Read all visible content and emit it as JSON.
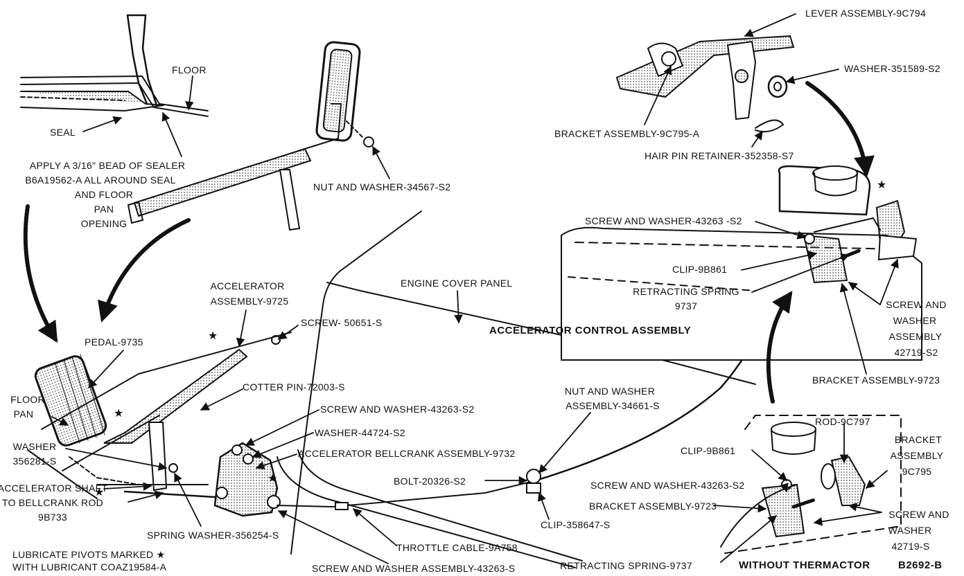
{
  "title": "ACCELERATOR CONTROL ASSEMBLY",
  "figure_number": "B2692-B",
  "variant_note": "WITHOUT THERMACTOR",
  "labels": {
    "floor": "FLOOR",
    "seal": "SEAL",
    "sealer_note": [
      "APPLY A 3/16\" BEAD OF SEALER",
      "B6A19562-A ALL AROUND SEAL",
      "AND FLOOR",
      "PAN",
      "OPENING"
    ],
    "nut_washer_top": "NUT AND WASHER-34567-S2",
    "accelerator_assembly": [
      "ACCELERATOR",
      "ASSEMBLY-9725"
    ],
    "screw_50651": "SCREW- 50651-S",
    "pedal": "PEDAL-9735",
    "floor_pan": [
      "FLOOR",
      "PAN"
    ],
    "cotter_pin": "COTTER PIN-72003-S",
    "screw_washer_43263_s2_mid": "SCREW AND WASHER-43263-S2",
    "washer_44724": "WASHER-44724-S2",
    "bellcrank": "ACCELERATOR BELLCRANK ASSEMBLY-9732",
    "washer_356281": [
      "WASHER",
      "356281-S"
    ],
    "shaft_rod": [
      "ACCELERATOR SHAFT",
      "TO BELLCRANK ROD",
      "9B733"
    ],
    "spring_washer": "SPRING WASHER-356254-S",
    "lubricate_note": [
      "LUBRICATE PIVOTS MARKED ★",
      "WITH LUBRICANT COAZ19584-A"
    ],
    "engine_cover": "ENGINE COVER PANEL",
    "nut_washer_34661": [
      "NUT AND WASHER",
      "ASSEMBLY-34661-S"
    ],
    "bolt": "BOLT-20326-S2",
    "clip_358647": "CLIP-358647-S",
    "throttle_cable": "THROTTLE CABLE-9A758",
    "screw_washer_assy_bottom": "SCREW AND WASHER ASSEMBLY-43263-S",
    "retracting_spring_bottom": "RETRACTING SPRING-9737",
    "lever_assembly": "LEVER ASSEMBLY-9C794",
    "washer_351589": "WASHER-351589-S2",
    "bracket_9c795a": "BRACKET ASSEMBLY-9C795-A",
    "hair_pin": "HAIR PIN RETAINER-352358-S7",
    "screw_washer_top_right": "SCREW AND WASHER-43263 -S2",
    "clip_top": "CLIP-9B861",
    "retracting_spring_top": [
      "RETRACTING SPRING",
      "9737"
    ],
    "screw_washer_42719_top": [
      "SCREW AND",
      "WASHER",
      "ASSEMBLY",
      "42719-S2"
    ],
    "bracket_9723_top": "BRACKET ASSEMBLY-9723",
    "rod": "ROD-9C797",
    "clip_bottom": "CLIP-9B861",
    "bracket_9c795": [
      "BRACKET",
      "ASSEMBLY",
      "9C795"
    ],
    "screw_washer_bottom_right": "SCREW AND WASHER-43263-S2",
    "bracket_9723_bottom": "BRACKET ASSEMBLY-9723",
    "screw_washer_42719_bottom": [
      "SCREW AND",
      "WASHER",
      "42719-S"
    ]
  }
}
